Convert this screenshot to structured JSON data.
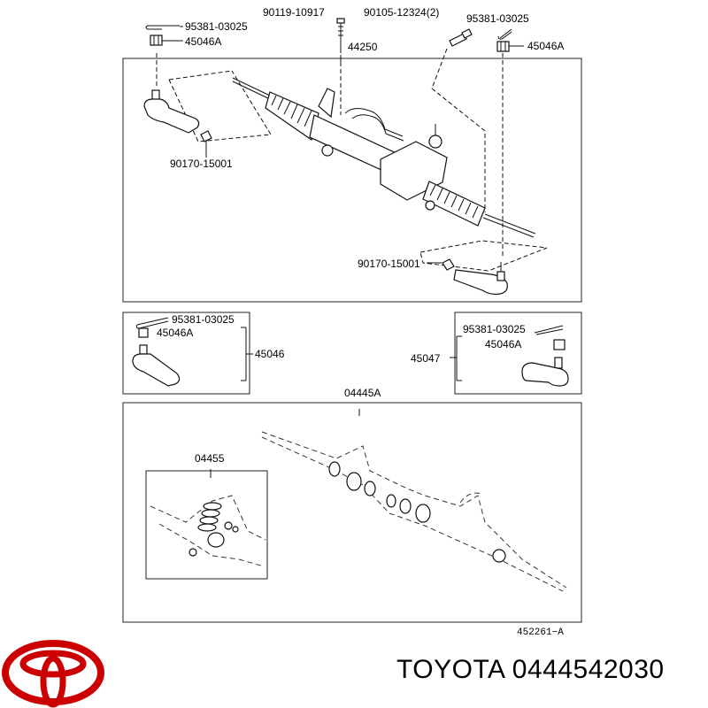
{
  "labels": {
    "top_cotter_left": "95381-03025",
    "top_nut_left": "45046A",
    "top_bolt_a": "90119-10917",
    "top_bolt_b": "90105-12324(2)",
    "top_cotter_right": "95381-03025",
    "top_nut_right": "45046A",
    "rack_assembly": "44250",
    "seal_left": "90170-15001",
    "seal_right": "90170-15001",
    "left_cotter": "95381-03025",
    "left_nut": "45046A",
    "left_tie_rod_end": "45046",
    "right_cotter": "95381-03025",
    "right_nut": "45046A",
    "right_tie_rod_end": "45047",
    "gasket_kit": "04445A",
    "seal_kit": "04455",
    "figure_ref": "452261−A"
  },
  "brand": {
    "name": "TOYOTA",
    "part_number": "0444542030",
    "logo_color": "#cc0000"
  }
}
